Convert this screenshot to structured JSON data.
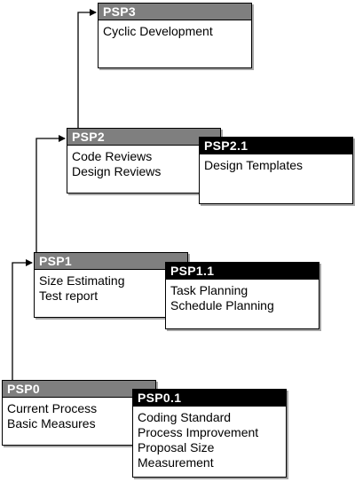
{
  "colors": {
    "level_header": "#7f7f7f",
    "extension_header": "#000000",
    "header_text": "#ffffff",
    "body_text": "#000000",
    "line": "#000000"
  },
  "boxes": {
    "psp3": {
      "title": "PSP3",
      "lines": [
        "Cyclic Development"
      ]
    },
    "psp2": {
      "title": "PSP2",
      "lines": [
        "Code Reviews",
        "Design Reviews"
      ]
    },
    "psp21": {
      "title": "PSP2.1",
      "lines": [
        "Design Templates"
      ]
    },
    "psp1": {
      "title": "PSP1",
      "lines": [
        "Size Estimating",
        "Test report"
      ]
    },
    "psp11": {
      "title": "PSP1.1",
      "lines": [
        "Task Planning",
        "Schedule Planning"
      ]
    },
    "psp0": {
      "title": "PSP0",
      "lines": [
        "Current Process",
        "Basic Measures"
      ]
    },
    "psp01": {
      "title": "PSP0.1",
      "lines": [
        "Coding Standard",
        "Process Improvement",
        "Proposal Size",
        "Measurement"
      ]
    }
  },
  "connectors": [
    {
      "from": "psp0",
      "to": "psp1"
    },
    {
      "from": "psp1",
      "to": "psp2"
    },
    {
      "from": "psp2",
      "to": "psp3"
    }
  ]
}
